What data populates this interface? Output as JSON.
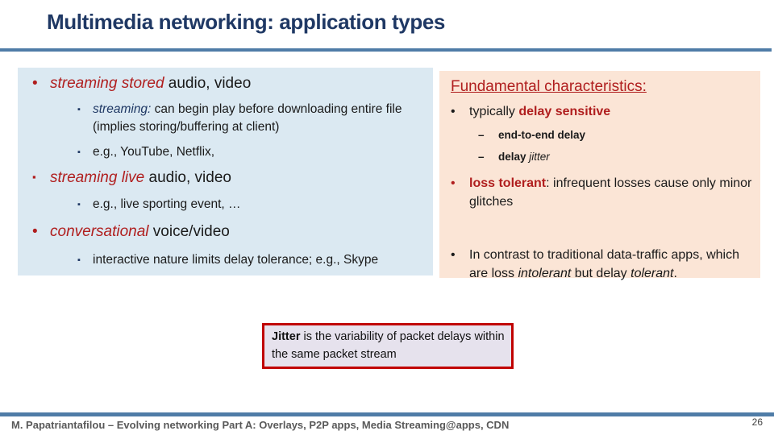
{
  "slide": {
    "title": "Multimedia networking: application types",
    "page_number": "26",
    "footer": "M. Papatriantafilou –  Evolving networking Part A: Overlays, P2P apps, Media Streaming@apps, CDN"
  },
  "colors": {
    "title_navy": "#1f3864",
    "rule_blue": "#4f7ca7",
    "left_box_bg": "#dbe9f2",
    "right_box_bg": "#fbe5d6",
    "accent_red": "#b01e1e",
    "jitter_border": "#c00000",
    "jitter_bg": "#e6e2ed",
    "footer_gray": "#595959"
  },
  "left_box": {
    "items": [
      {
        "marker": "•",
        "segments": [
          "streaming stored",
          " audio, video"
        ]
      },
      {
        "marker": "▪",
        "segments": [
          "streaming:",
          " can begin play before downloading entire file (implies storing/buffering at client)"
        ]
      },
      {
        "marker": "▪",
        "segments": [
          "e.g., YouTube, Netflix,"
        ]
      },
      {
        "marker": "▪",
        "segments": [
          "streaming live",
          " audio, video"
        ]
      },
      {
        "marker": "▪",
        "segments": [
          "e.g., live sporting event, …"
        ]
      },
      {
        "marker": "•",
        "segments": [
          "conversational",
          " voice/video"
        ]
      },
      {
        "marker": "▪",
        "segments": [
          "interactive nature limits delay tolerance; e.g., Skype"
        ]
      }
    ]
  },
  "right_box": {
    "heading": "Fundamental characteristics:",
    "items": [
      {
        "marker": "•",
        "segments": [
          "typically ",
          "delay sensitive"
        ]
      },
      {
        "marker": "–",
        "segments": [
          "end-to-end delay"
        ]
      },
      {
        "marker": "–",
        "segments": [
          "delay ",
          "jitter"
        ]
      },
      {
        "marker": "•",
        "segments": [
          "loss tolerant",
          ": infrequent losses cause only minor glitches"
        ]
      },
      {
        "marker": "•",
        "segments": [
          "In contrast to traditional data-traffic apps, which are loss ",
          "intolerant",
          " but delay ",
          "tolerant",
          "."
        ]
      }
    ]
  },
  "jitter_note": {
    "segments": [
      "Jitter",
      " is the variability of packet delays within the same packet stream"
    ]
  }
}
